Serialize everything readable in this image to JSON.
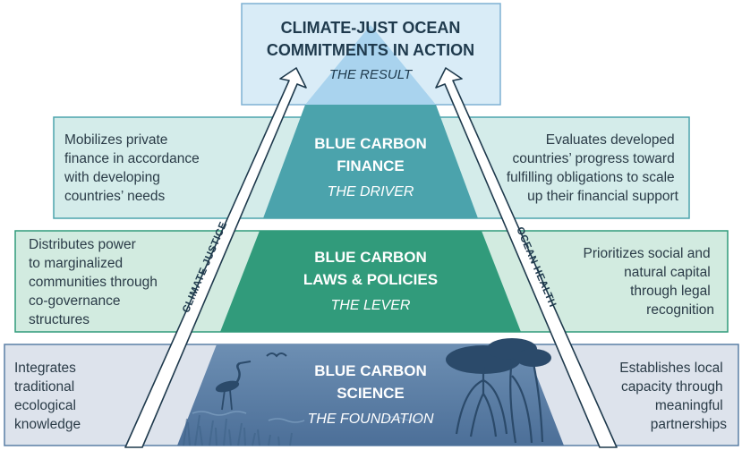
{
  "top": {
    "title_line1": "CLIMATE-JUST OCEAN",
    "title_line2": "COMMITMENTS IN ACTION",
    "subtitle": "THE RESULT"
  },
  "finance": {
    "title_line1": "BLUE CARBON",
    "title_line2": "FINANCE",
    "subtitle": "THE DRIVER",
    "left_lines": [
      "Mobilizes private",
      "finance in accordance",
      "with developing",
      "countries’ needs"
    ],
    "right_lines": [
      "Evaluates developed",
      "countries’ progress toward",
      "fulfilling obligations to scale",
      "up their financial support"
    ]
  },
  "laws": {
    "title_line1": "BLUE CARBON",
    "title_line2": "LAWS & POLICIES",
    "subtitle": "THE LEVER",
    "left_lines": [
      "Distributes power",
      "to marginalized",
      "communities through",
      "co-governance",
      "structures"
    ],
    "right_lines": [
      "Prioritizes social and",
      "natural capital",
      "through legal",
      "recognition"
    ]
  },
  "science": {
    "title_line1": "BLUE CARBON",
    "title_line2": "SCIENCE",
    "subtitle": "THE FOUNDATION",
    "left_lines": [
      "Integrates",
      "traditional",
      "ecological",
      "knowledge"
    ],
    "right_lines": [
      "Establishes local",
      "capacity through",
      "meaningful",
      "partnerships"
    ]
  },
  "arrows": {
    "left_label": "CLIMATE JUSTICE",
    "right_label": "OCEAN HEALTH"
  },
  "colors": {
    "top_box": "#d9ecf7",
    "top_triangle": "#a9d3ee",
    "finance_box": "#d4ecea",
    "finance_tier": "#4ba3ac",
    "laws_box": "#d2ebe0",
    "laws_tier": "#319b7b",
    "science_box": "#dde3ec",
    "science_tier": "#5a7fa5",
    "arrow_stroke": "#1f3a4d"
  }
}
